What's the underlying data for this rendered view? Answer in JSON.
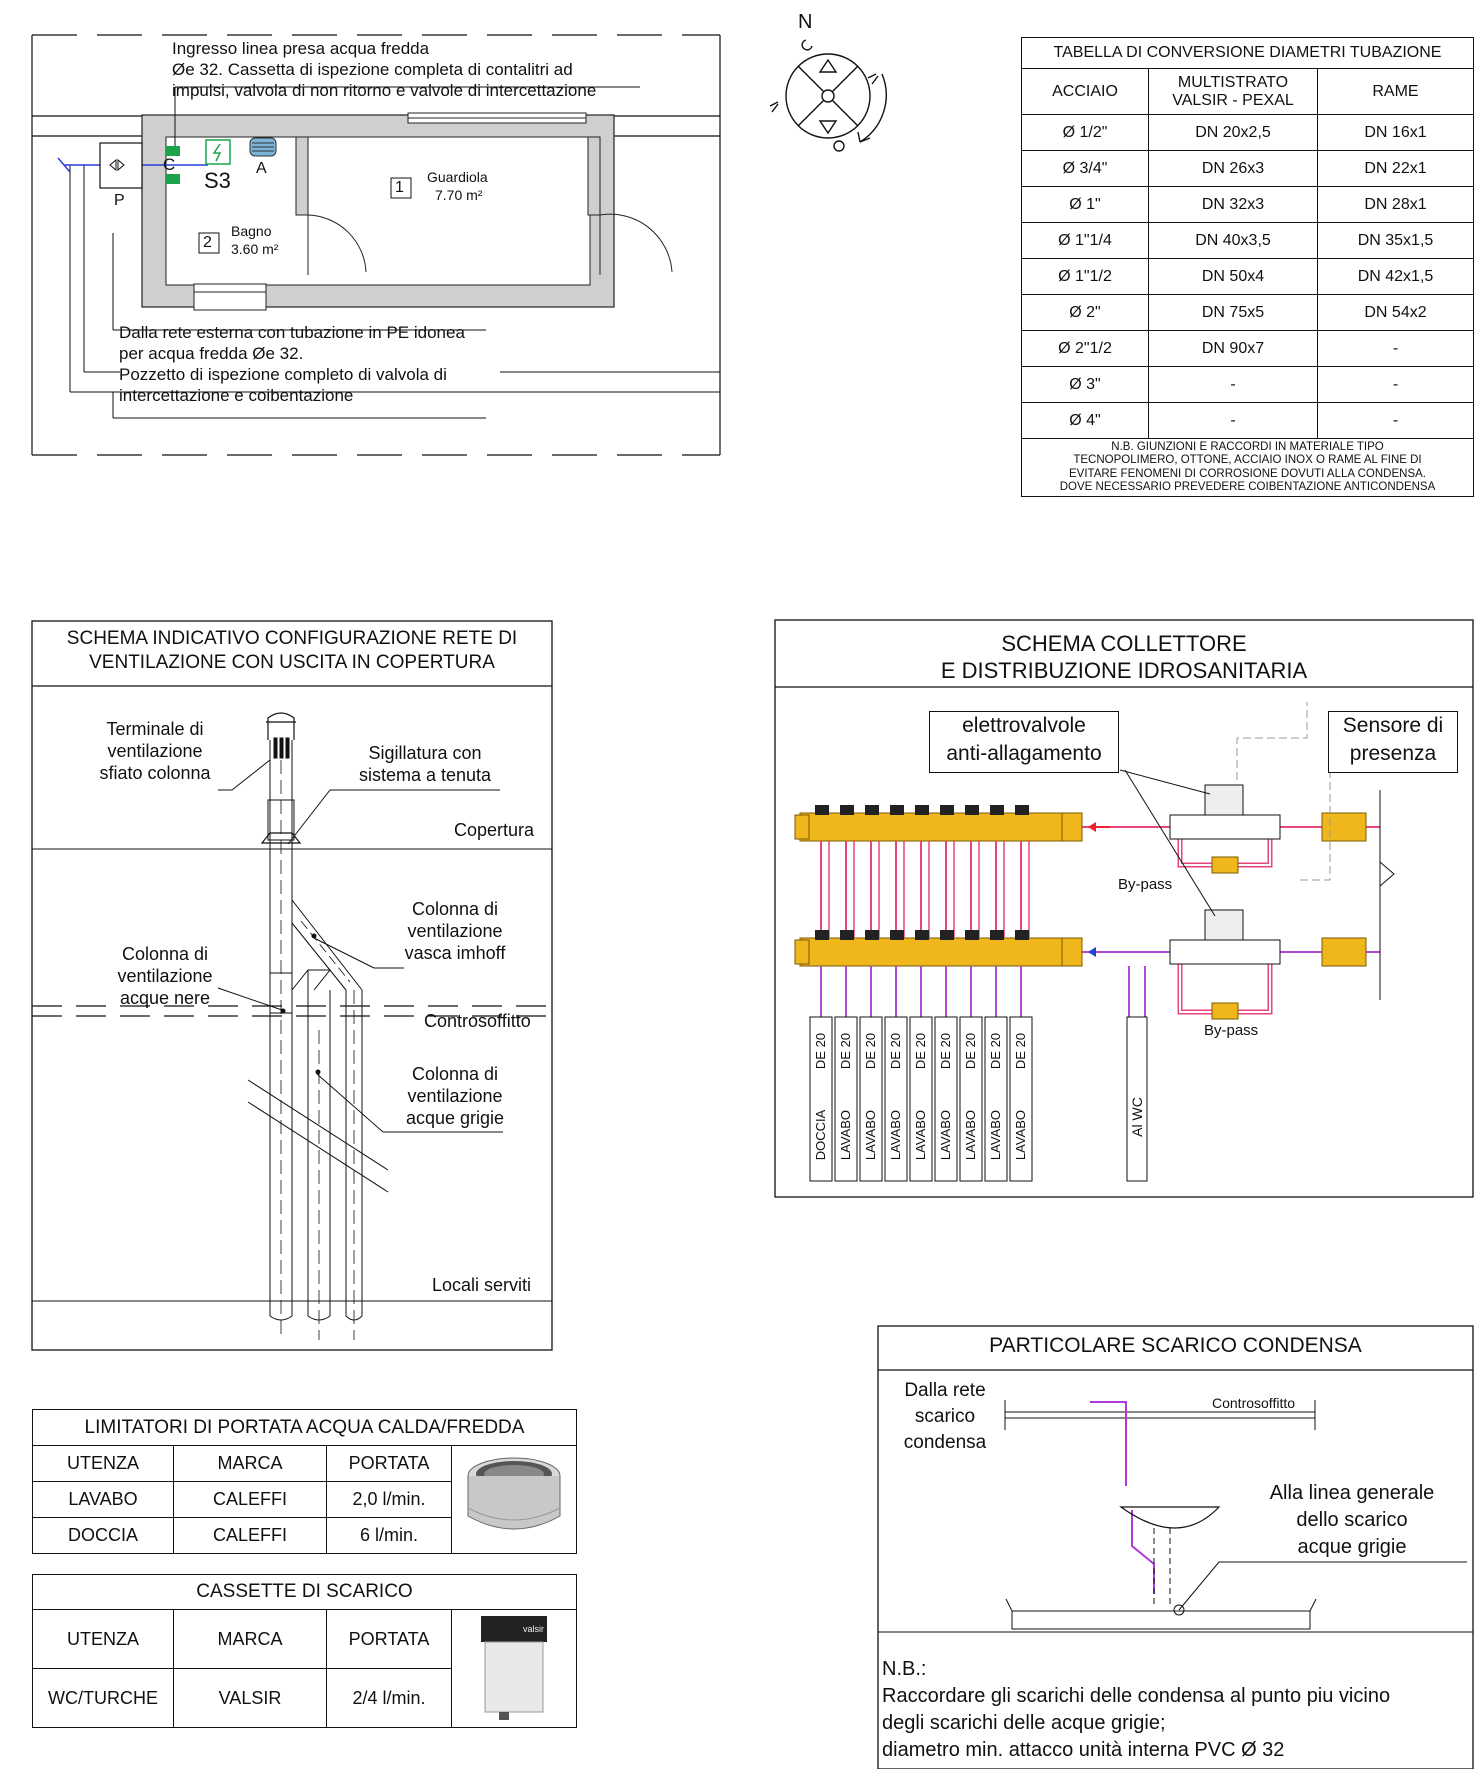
{
  "plan": {
    "note_top_1": "Ingresso linea presa acqua fredda",
    "note_top_2": "Øe 32. Cassetta di ispezione completa di contalitri ad",
    "note_top_3": "impulsi, valvola di non ritorno e valvole di intercettazione",
    "label_c": "C",
    "label_s3": "S3",
    "label_a": "A",
    "label_p": "P",
    "room1_num": "1",
    "room1_name": "Guardiola",
    "room1_area": "7.70 m²",
    "room2_num": "2",
    "room2_name": "Bagno",
    "room2_area": "3.60 m²",
    "note_bottom_1": "Dalla rete esterna con tubazione in PE idonea",
    "note_bottom_2": "per acqua fredda Øe 32.",
    "note_bottom_3": "Pozzetto di ispezione completo di valvola di",
    "note_bottom_4": "intercettazione e coibentazione"
  },
  "compass": {
    "north": "N"
  },
  "conversion_table": {
    "title": "TABELLA DI CONVERSIONE DIAMETRI TUBAZIONE",
    "headers": [
      "ACCIAIO",
      "MULTISTRATO VALSIR - PEXAL",
      "RAME"
    ],
    "header_multi_1": "MULTISTRATO",
    "header_multi_2": "VALSIR - PEXAL",
    "rows": [
      [
        "Ø 1/2\"",
        "DN 20x2,5",
        "DN 16x1"
      ],
      [
        "Ø 3/4\"",
        "DN 26x3",
        "DN 22x1"
      ],
      [
        "Ø 1\"",
        "DN 32x3",
        "DN 28x1"
      ],
      [
        "Ø 1\"1/4",
        "DN 40x3,5",
        "DN 35x1,5"
      ],
      [
        "Ø 1\"1/2",
        "DN 50x4",
        "DN 42x1,5"
      ],
      [
        "Ø 2\"",
        "DN 75x5",
        "DN 54x2"
      ],
      [
        "Ø 2\"1/2",
        "DN 90x7",
        "-"
      ],
      [
        "Ø 3\"",
        "-",
        "-"
      ],
      [
        "Ø 4\"",
        "-",
        "-"
      ]
    ],
    "note_1": "N.B. GIUNZIONI E RACCORDI IN MATERIALE TIPO",
    "note_2": "TECNOPOLIMERO,  OTTONE, ACCIAIO INOX O RAME AL FINE DI",
    "note_3": "EVITARE FENOMENI DI CORROSIONE DOVUTI ALLA CONDENSA.",
    "note_4": "DOVE NECESSARIO PREVEDERE COIBENTAZIONE ANTICONDENSA"
  },
  "ventilation": {
    "title_1": "SCHEMA INDICATIVO CONFIGURAZIONE RETE DI",
    "title_2": "VENTILAZIONE CON USCITA IN COPERTURA",
    "terminal_1": "Terminale di",
    "terminal_2": "ventilazione",
    "terminal_3": "sfiato colonna",
    "seal_1": "Sigillatura con",
    "seal_2": "sistema a tenuta",
    "copertura": "Copertura",
    "black_1": "Colonna di",
    "black_2": "ventilazione",
    "black_3": "acque nere",
    "imhoff_1": "Colonna di",
    "imhoff_2": "ventilazione",
    "imhoff_3": "vasca imhoff",
    "controsoffitto": "Controsoffitto",
    "grey_1": "Colonna di",
    "grey_2": "ventilazione",
    "grey_3": "acque grigie",
    "locali": "Locali serviti"
  },
  "manifold": {
    "title_1": "SCHEMA COLLETTORE",
    "title_2": "E DISTRIBUZIONE IDROSANITARIA",
    "valves_1": "elettrovalvole",
    "valves_2": "anti-allagamento",
    "sensor_1": "Sensore di",
    "sensor_2": "presenza",
    "bypass_1": "By-pass",
    "bypass_2": "By-pass",
    "pipe_size": "DE 20",
    "outlets": [
      "DOCCIA",
      "LAVABO",
      "LAVABO",
      "LAVABO",
      "LAVABO",
      "LAVABO",
      "LAVABO",
      "LAVABO",
      "LAVABO"
    ],
    "wc_outlet": "Al WC",
    "hot_color": "#e8457a",
    "cold_color": "#b04ad0",
    "brass_color": "#f0b71c"
  },
  "limiters": {
    "title": "LIMITATORI DI PORTATA ACQUA CALDA/FREDDA",
    "headers": [
      "UTENZA",
      "MARCA",
      "PORTATA"
    ],
    "rows": [
      [
        "LAVABO",
        "CALEFFI",
        "2,0 l/min."
      ],
      [
        "DOCCIA",
        "CALEFFI",
        "6 l/min."
      ]
    ]
  },
  "cisterns": {
    "title": "CASSETTE DI SCARICO",
    "headers": [
      "UTENZA",
      "MARCA",
      "PORTATA"
    ],
    "rows": [
      [
        "WC/TURCHE",
        "VALSIR",
        "2/4 l/min."
      ]
    ],
    "brand_mark": "valsir"
  },
  "condensate": {
    "title": "PARTICOLARE SCARICO CONDENSA",
    "from_1": "Dalla rete",
    "from_2": "scarico",
    "from_3": "condensa",
    "controsoffitto": "Controsoffitto",
    "to_1": "Alla linea generale",
    "to_2": "dello scarico",
    "to_3": "acque grigie",
    "nb": "N.B.:",
    "nb_1": "Raccordare gli scarichi delle condensa al punto piu vicino",
    "nb_2": "degli scarichi delle acque grigie;",
    "nb_3": "diametro min. attacco unità interna  PVC Ø 32"
  }
}
